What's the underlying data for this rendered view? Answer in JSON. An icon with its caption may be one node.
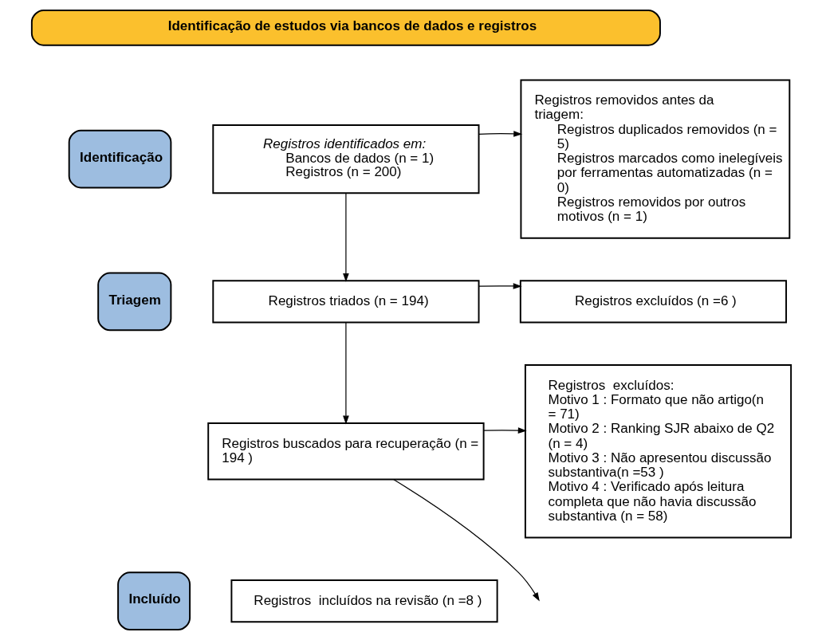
{
  "diagram": {
    "nodes": [
      {
        "text": [
          "Identificação de estudos via bancos de dados e registros"
        ]
      },
      {
        "text": [
          "Identificação"
        ]
      },
      {
        "text": [
          "Registros identificados em:",
          "Bancos de dados (n = 1)",
          "Registros (n = 200)"
        ]
      },
      {
        "text": [
          "Registros removidos antes da triagem:",
          "Registros duplicados removidos (n = 5)",
          "Registros marcados como inelegíveis por ferramentas automatizadas (n = 0)",
          "Registros removidos por outros motivos (n = 1)"
        ]
      },
      {
        "text": [
          "Triagem"
        ]
      },
      {
        "text": [
          "Registros triados (n = 194)"
        ]
      },
      {
        "text": [
          "Registros excluídos (n =6 )"
        ]
      },
      {
        "text": [
          "Registros buscados para recuperação (n = 194 )"
        ]
      },
      {
        "text": [
          "Registros  excluídos:",
          "Motivo 1 : Formato que não artigo(n = 71)",
          "Motivo 2 : Ranking SJR abaixo de Q2 (n = 4)",
          "Motivo 3 : Não apresentou discussão substantiva(n =53 )",
          "Motivo 4 : Verificado após leitura completa que não havia discussão substantiva (n = 58)"
        ]
      },
      {
        "text": [
          "Incluído"
        ]
      },
      {
        "text": [
          "Registros  incluídos na revisão (n =8 )"
        ]
      }
    ],
    "edges": [
      {
        "from": 2,
        "to": 3,
        "arrow": "to"
      },
      {
        "from": 2,
        "to": 5,
        "arrow": "to"
      },
      {
        "from": 5,
        "to": 6,
        "arrow": "to"
      },
      {
        "from": 5,
        "to": 7,
        "arrow": "to"
      },
      {
        "from": 7,
        "to": 8,
        "arrow": "to"
      },
      {
        "from": 7,
        "to": null,
        "arrow": "to"
      }
    ]
  }
}
